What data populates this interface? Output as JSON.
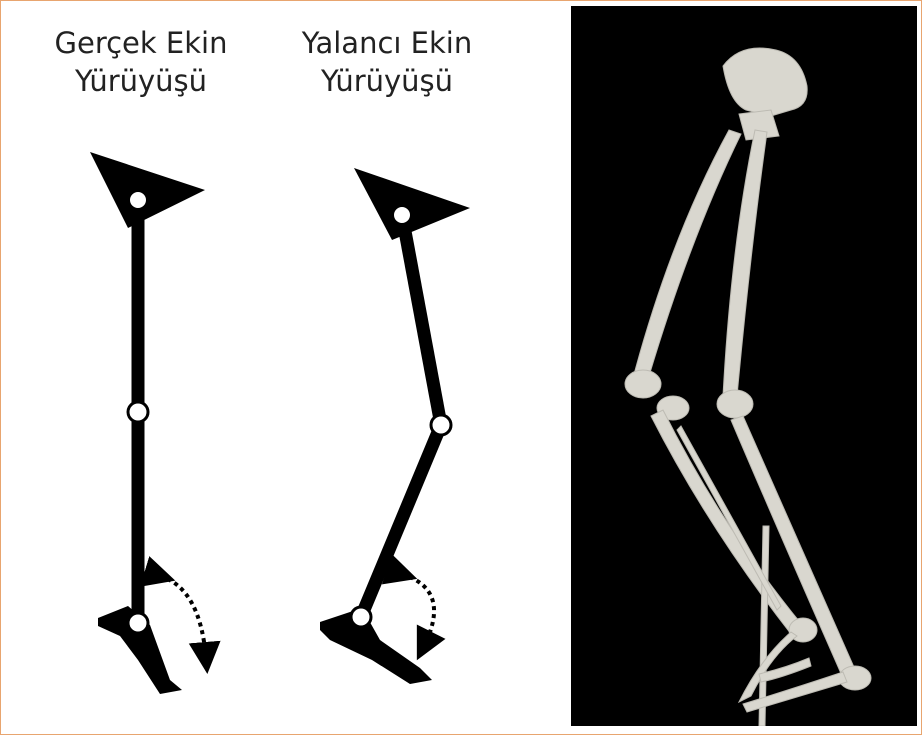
{
  "panels": {
    "true_heel": {
      "line1": "Gerçek Ekin",
      "line2": "Yürüyüşü"
    },
    "false_heel": {
      "line1": "Yalancı Ekin",
      "line2": "Yürüyüşü"
    }
  },
  "colors": {
    "border": "#e8a56f",
    "limb": "#000000",
    "joint_fill": "#ffffff",
    "photo_bg": "#000000",
    "bone": "#d9d7cf"
  },
  "photo": {
    "subject": "bird-leg-skeleton-photo"
  }
}
